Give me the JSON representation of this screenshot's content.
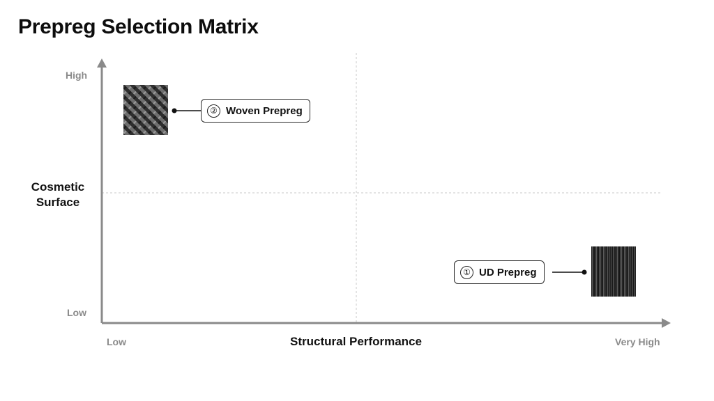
{
  "title": "Prepreg Selection Matrix",
  "y_axis": {
    "title_line1": "Cosmetic",
    "title_line2": "Surface",
    "high_label": "High",
    "low_label": "Low"
  },
  "x_axis": {
    "title": "Structural Performance",
    "low_label": "Low",
    "high_label": "Very High"
  },
  "items": [
    {
      "number": "②",
      "label": "Woven Prepreg",
      "texture": "woven-twill-swatch"
    },
    {
      "number": "①",
      "label": "UD Prepreg",
      "texture": "unidirectional-fiber-swatch"
    }
  ],
  "colors": {
    "axis": "#8a8a8a",
    "grid": "#c8c8c8",
    "text": "#111111",
    "callout_border": "#2a2a2a"
  }
}
